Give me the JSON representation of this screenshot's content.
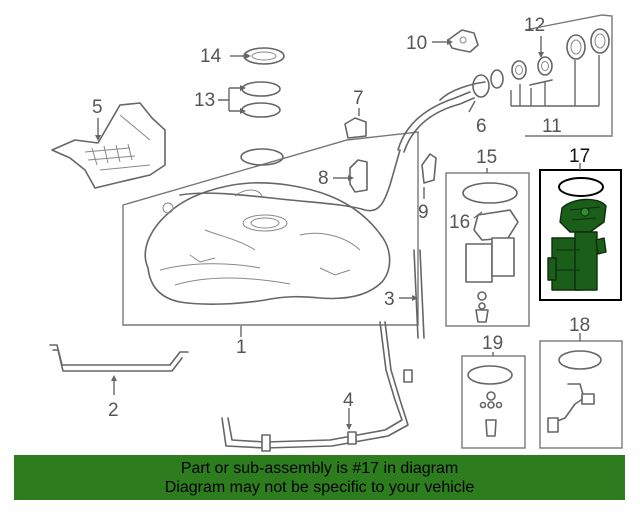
{
  "callouts": {
    "c1": "1",
    "c2": "2",
    "c3": "3",
    "c4": "4",
    "c5": "5",
    "c6": "6",
    "c7": "7",
    "c8": "8",
    "c9": "9",
    "c10": "10",
    "c11": "11",
    "c12": "12",
    "c13": "13",
    "c14": "14",
    "c15": "15",
    "c16": "16",
    "c17": "17",
    "c18": "18",
    "c19": "19"
  },
  "highlighted_part": "17",
  "colors": {
    "highlight_fill": "#1a5e1a",
    "banner": "#2d7d1f",
    "line": "#666666"
  },
  "banner": {
    "line1": "Part or sub-assembly is #17 in diagram",
    "line2": "Diagram may not be specific to your vehicle"
  }
}
